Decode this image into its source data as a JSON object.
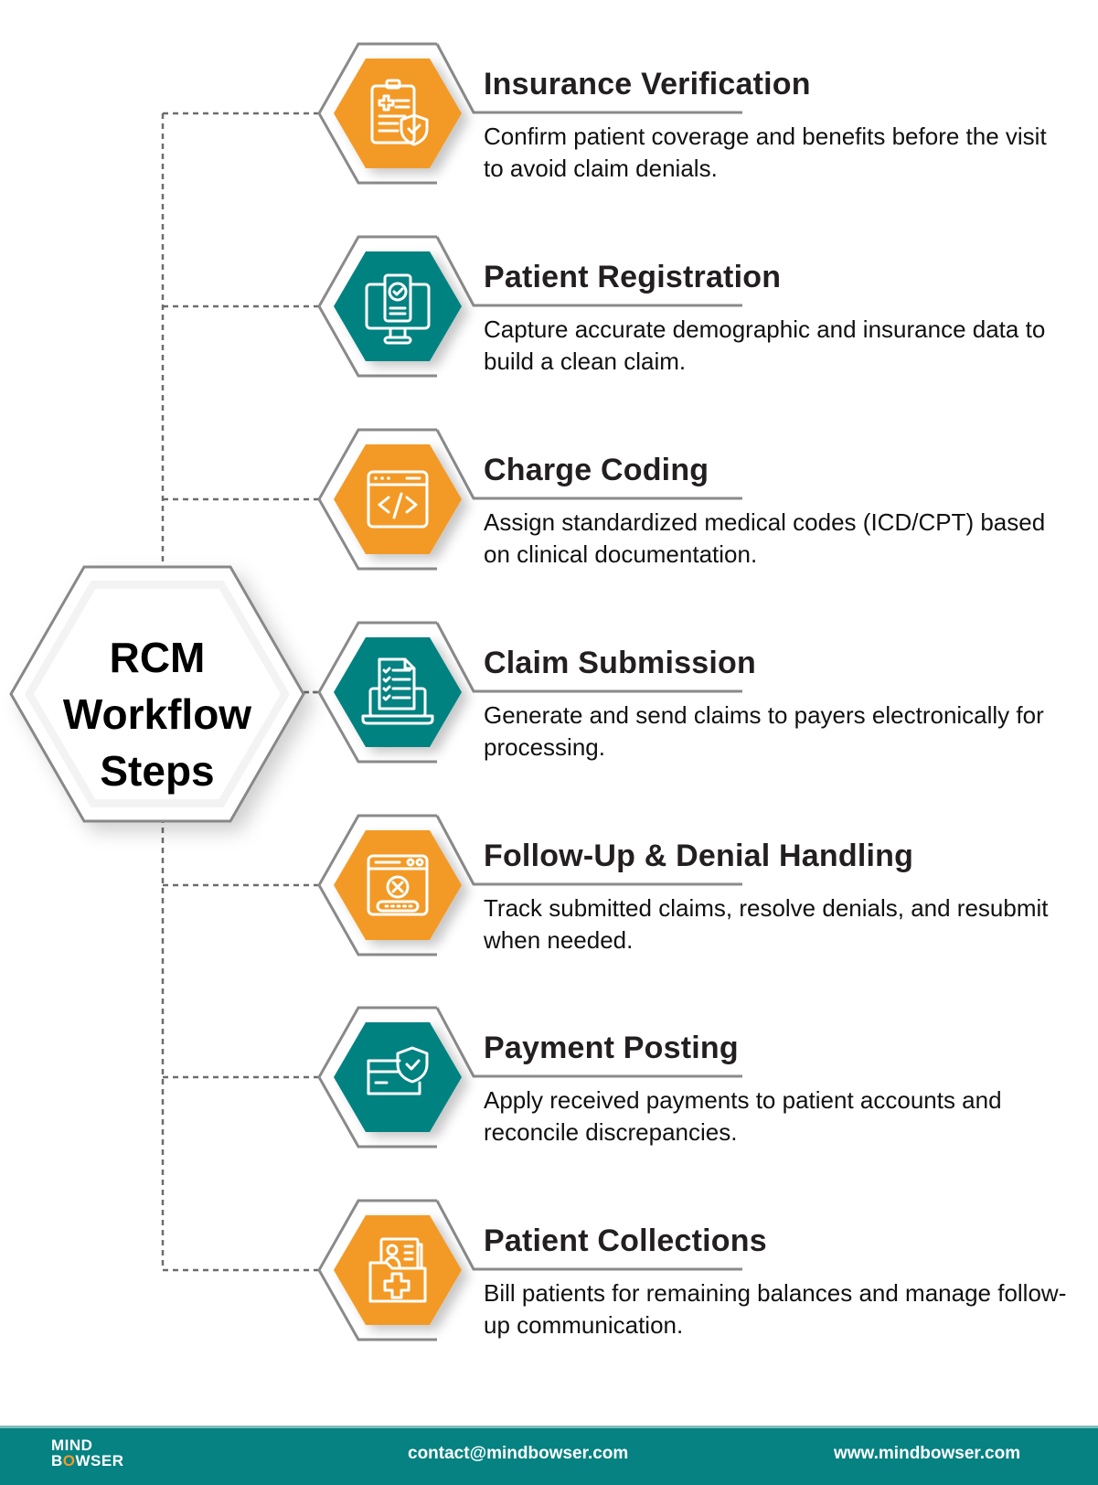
{
  "center": {
    "lines": [
      "RCM",
      "Workflow",
      "Steps"
    ]
  },
  "colors": {
    "orange": "#f39a26",
    "teal": "#058281",
    "outline": "#8a8a8a",
    "connector": "#6d6d6d"
  },
  "steps": [
    {
      "title": "Insurance Verification",
      "desc": "Confirm patient coverage and benefits before the visit to avoid claim denials.",
      "color": "orange",
      "icon": "clipboard-shield-icon"
    },
    {
      "title": "Patient Registration",
      "desc": "Capture accurate demographic and insurance data to build a clean claim.",
      "color": "teal",
      "icon": "monitor-document-check-icon"
    },
    {
      "title": "Charge Coding",
      "desc": "Assign standardized medical codes (ICD/CPT) based on clinical documentation.",
      "color": "orange",
      "icon": "code-window-icon"
    },
    {
      "title": "Claim Submission",
      "desc": "Generate and send claims to payers electronically for processing.",
      "color": "teal",
      "icon": "laptop-checklist-icon"
    },
    {
      "title": "Follow-Up & Denial Handling",
      "desc": "Track submitted claims, resolve denials, and resubmit when needed.",
      "color": "orange",
      "icon": "window-error-icon"
    },
    {
      "title": "Payment Posting",
      "desc": "Apply received payments to patient accounts and reconcile discrepancies.",
      "color": "teal",
      "icon": "card-shield-icon"
    },
    {
      "title": "Patient Collections",
      "desc": "Bill patients for remaining balances and manage follow-up communication.",
      "color": "orange",
      "icon": "medical-folder-icon"
    }
  ],
  "footer": {
    "logo_line1": "MIND",
    "logo_line2_pre": "B",
    "logo_line2_o": "O",
    "logo_line2_post": "WSER",
    "email": "contact@mindbowser.com",
    "website": "www.mindbowser.com"
  }
}
